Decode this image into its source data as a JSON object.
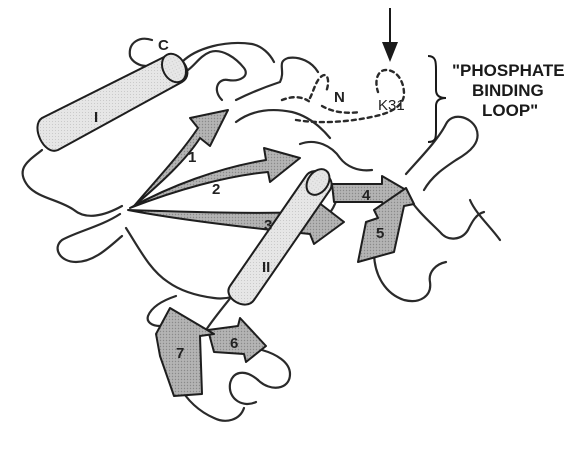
{
  "labels": {
    "c_terminus": "C",
    "n_terminus": "N",
    "residue": "K31",
    "callout_line1": "\"PHOSPHATE",
    "callout_line2": "BINDING",
    "callout_line3": "LOOP\""
  },
  "helices": [
    {
      "id": "helix-1",
      "label": "I"
    },
    {
      "id": "helix-2",
      "label": "II"
    }
  ],
  "strands": [
    {
      "id": "strand-1",
      "label": "1"
    },
    {
      "id": "strand-2",
      "label": "2"
    },
    {
      "id": "strand-3",
      "label": "3"
    },
    {
      "id": "strand-4",
      "label": "4"
    },
    {
      "id": "strand-5",
      "label": "5"
    },
    {
      "id": "strand-6",
      "label": "6"
    },
    {
      "id": "strand-7",
      "label": "7"
    }
  ],
  "colors": {
    "strand_fill": "#a9a9a9",
    "helix_fill": "#e3e3e3",
    "line": "#2a2a2a"
  }
}
